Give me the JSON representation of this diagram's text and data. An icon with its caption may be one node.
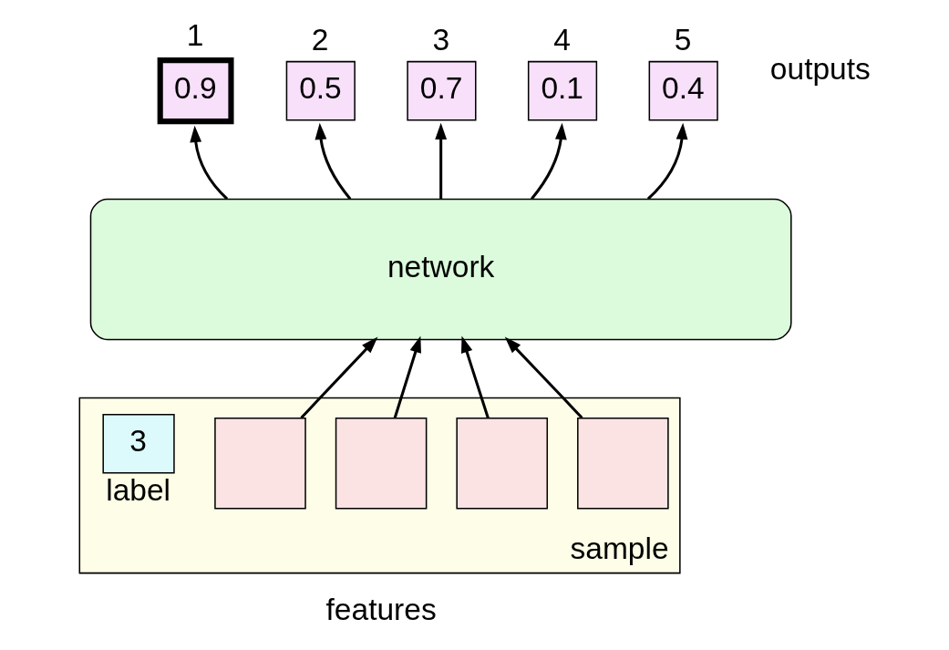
{
  "diagram": {
    "nodes": [
      {
        "text": [
          "0.9"
        ],
        "beside": [
          "1"
        ]
      },
      {
        "text": [
          "0.5"
        ],
        "beside": [
          "2"
        ]
      },
      {
        "text": [
          "0.7"
        ],
        "beside": [
          "3"
        ]
      },
      {
        "text": [
          "0.1"
        ],
        "beside": [
          "4"
        ]
      },
      {
        "text": [
          "0.4"
        ],
        "beside": [
          "5"
        ]
      },
      {
        "text": [
          "network"
        ]
      },
      {
        "text": [
          "sample"
        ]
      },
      {
        "text": [
          "3"
        ],
        "in": 6,
        "beside": [
          "label"
        ]
      },
      {
        "text": [],
        "shape": "box",
        "in": 6
      },
      {
        "text": [],
        "shape": "box",
        "in": 6
      },
      {
        "text": [],
        "shape": "box",
        "in": 6
      },
      {
        "text": [],
        "shape": "box",
        "in": 6
      }
    ],
    "edges": [
      {
        "from": 5,
        "to": 0,
        "arrow": "to"
      },
      {
        "from": 5,
        "to": 1,
        "arrow": "to"
      },
      {
        "from": 5,
        "to": 2,
        "arrow": "to"
      },
      {
        "from": 5,
        "to": 3,
        "arrow": "to"
      },
      {
        "from": 5,
        "to": 4,
        "arrow": "to"
      },
      {
        "from": 8,
        "to": 5,
        "arrow": "to"
      },
      {
        "from": 9,
        "to": 5,
        "arrow": "to"
      },
      {
        "from": 10,
        "to": 5,
        "arrow": "to"
      },
      {
        "from": 11,
        "to": 5,
        "arrow": "to"
      }
    ],
    "labels": [
      "outputs",
      "features"
    ]
  }
}
